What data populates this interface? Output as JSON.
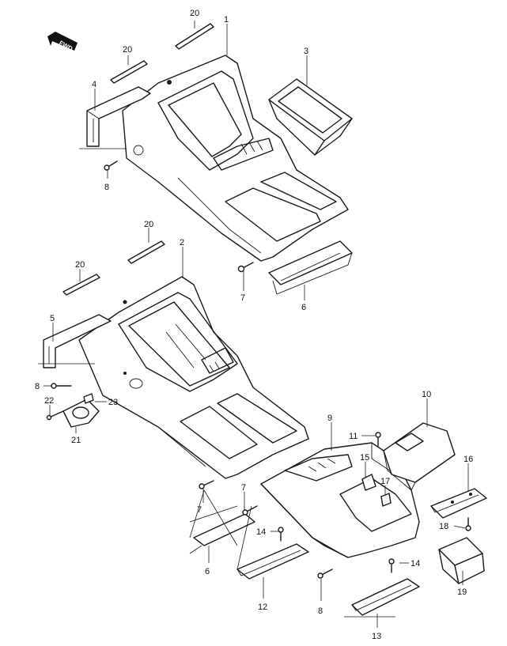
{
  "direction_label": "FWD",
  "callouts": [
    {
      "id": "c1",
      "label": "1"
    },
    {
      "id": "c2",
      "label": "2"
    },
    {
      "id": "c3",
      "label": "3"
    },
    {
      "id": "c4",
      "label": "4"
    },
    {
      "id": "c5",
      "label": "5"
    },
    {
      "id": "c6a",
      "label": "6"
    },
    {
      "id": "c6b",
      "label": "6"
    },
    {
      "id": "c7a",
      "label": "7"
    },
    {
      "id": "c7b",
      "label": "7"
    },
    {
      "id": "c7c",
      "label": "7"
    },
    {
      "id": "c8a",
      "label": "8"
    },
    {
      "id": "c8b",
      "label": "8"
    },
    {
      "id": "c8c",
      "label": "8"
    },
    {
      "id": "c9",
      "label": "9"
    },
    {
      "id": "c10",
      "label": "10"
    },
    {
      "id": "c11",
      "label": "11"
    },
    {
      "id": "c12",
      "label": "12"
    },
    {
      "id": "c13",
      "label": "13"
    },
    {
      "id": "c14a",
      "label": "14"
    },
    {
      "id": "c14b",
      "label": "14"
    },
    {
      "id": "c15",
      "label": "15"
    },
    {
      "id": "c16",
      "label": "16"
    },
    {
      "id": "c17",
      "label": "17"
    },
    {
      "id": "c18",
      "label": "18"
    },
    {
      "id": "c19",
      "label": "19"
    },
    {
      "id": "c20a",
      "label": "20"
    },
    {
      "id": "c20b",
      "label": "20"
    },
    {
      "id": "c20c",
      "label": "20"
    },
    {
      "id": "c20d",
      "label": "20"
    },
    {
      "id": "c21",
      "label": "21"
    },
    {
      "id": "c22",
      "label": "22"
    },
    {
      "id": "c23",
      "label": "23"
    }
  ]
}
